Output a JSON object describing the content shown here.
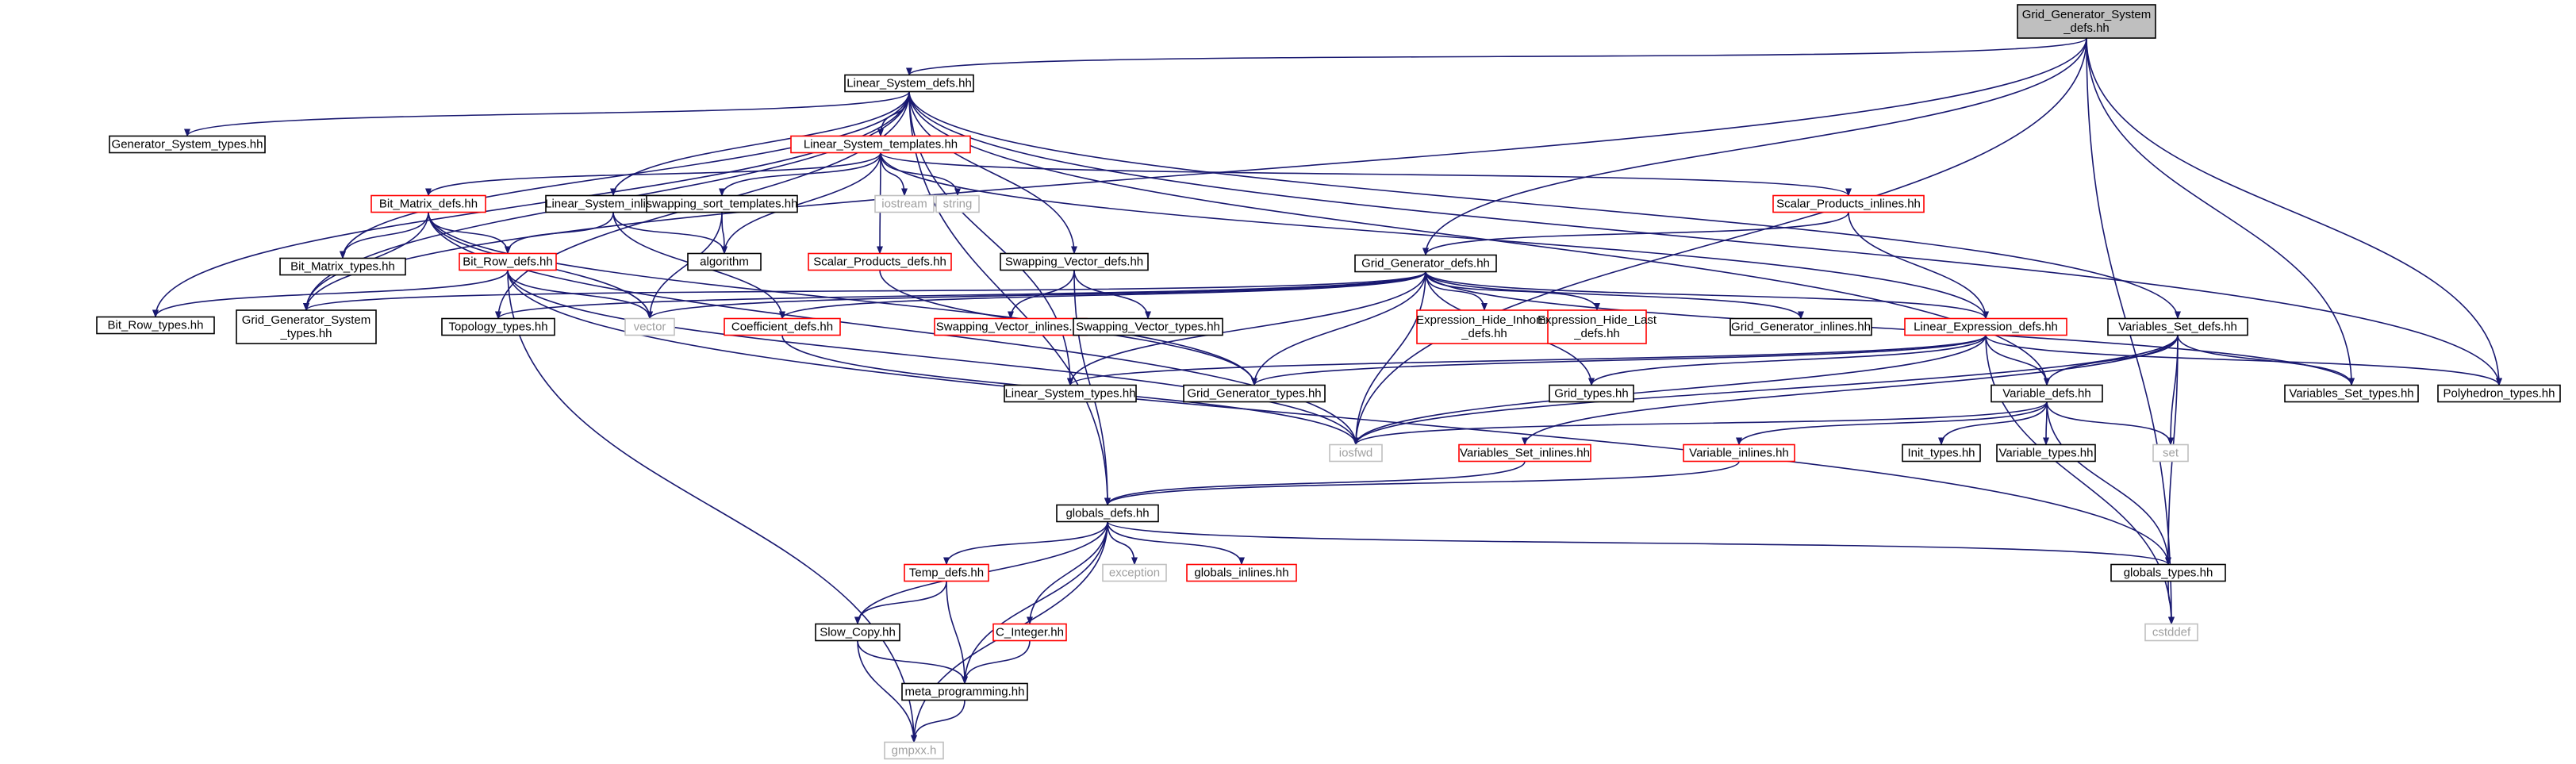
{
  "colors": {
    "edge": "#191970",
    "root_fill": "#bfbfbf",
    "normal_border": "#000000",
    "red_border": "#ff0000",
    "external_border": "#bfbfbf",
    "external_text": "#a0a0a0",
    "text": "#000000"
  },
  "nodes": [
    {
      "id": "root",
      "lines": [
        "Grid_Generator_System",
        "_defs.hh"
      ],
      "kind": "root"
    },
    {
      "id": "lsd",
      "lines": [
        "Linear_System_defs.hh"
      ],
      "kind": "normal"
    },
    {
      "id": "gst",
      "lines": [
        "Generator_System_types.hh"
      ],
      "kind": "normal"
    },
    {
      "id": "lstpl",
      "lines": [
        "Linear_System_templates.hh"
      ],
      "kind": "red"
    },
    {
      "id": "bmd",
      "lines": [
        "Bit_Matrix_defs.hh"
      ],
      "kind": "red"
    },
    {
      "id": "lsi",
      "lines": [
        "Linear_System_inlines.hh"
      ],
      "kind": "normal"
    },
    {
      "id": "sst",
      "lines": [
        "swapping_sort_templates.hh"
      ],
      "kind": "normal"
    },
    {
      "id": "iostream",
      "lines": [
        "iostream"
      ],
      "kind": "ext"
    },
    {
      "id": "string",
      "lines": [
        "string"
      ],
      "kind": "ext"
    },
    {
      "id": "spil",
      "lines": [
        "Scalar_Products_inlines.hh"
      ],
      "kind": "red"
    },
    {
      "id": "bmt",
      "lines": [
        "Bit_Matrix_types.hh"
      ],
      "kind": "normal"
    },
    {
      "id": "algorithm",
      "lines": [
        "algorithm"
      ],
      "kind": "normal"
    },
    {
      "id": "spd",
      "lines": [
        "Scalar_Products_defs.hh"
      ],
      "kind": "red"
    },
    {
      "id": "svd",
      "lines": [
        "Swapping_Vector_defs.hh"
      ],
      "kind": "normal"
    },
    {
      "id": "ggd",
      "lines": [
        "Grid_Generator_defs.hh"
      ],
      "kind": "normal"
    },
    {
      "id": "brd",
      "lines": [
        "Bit_Row_defs.hh"
      ],
      "kind": "red"
    },
    {
      "id": "brt",
      "lines": [
        "Bit_Row_types.hh"
      ],
      "kind": "normal"
    },
    {
      "id": "ggst",
      "lines": [
        "Grid_Generator_System",
        "_types.hh"
      ],
      "kind": "normal"
    },
    {
      "id": "topo",
      "lines": [
        "Topology_types.hh"
      ],
      "kind": "normal"
    },
    {
      "id": "vector",
      "lines": [
        "vector"
      ],
      "kind": "ext"
    },
    {
      "id": "coef",
      "lines": [
        "Coefficient_defs.hh"
      ],
      "kind": "red"
    },
    {
      "id": "svi",
      "lines": [
        "Swapping_Vector_inlines.hh"
      ],
      "kind": "red"
    },
    {
      "id": "svt",
      "lines": [
        "Swapping_Vector_types.hh"
      ],
      "kind": "normal"
    },
    {
      "id": "ehi",
      "lines": [
        "Expression_Hide_Inhomo",
        "_defs.hh"
      ],
      "kind": "red"
    },
    {
      "id": "ehl",
      "lines": [
        "Expression_Hide_Last",
        "_defs.hh"
      ],
      "kind": "red"
    },
    {
      "id": "ggi",
      "lines": [
        "Grid_Generator_inlines.hh"
      ],
      "kind": "normal"
    },
    {
      "id": "led",
      "lines": [
        "Linear_Expression_defs.hh"
      ],
      "kind": "red"
    },
    {
      "id": "vsd",
      "lines": [
        "Variables_Set_defs.hh"
      ],
      "kind": "normal"
    },
    {
      "id": "lst",
      "lines": [
        "Linear_System_types.hh"
      ],
      "kind": "normal"
    },
    {
      "id": "ggt",
      "lines": [
        "Grid_Generator_types.hh"
      ],
      "kind": "normal"
    },
    {
      "id": "gridt",
      "lines": [
        "Grid_types.hh"
      ],
      "kind": "normal"
    },
    {
      "id": "vard",
      "lines": [
        "Variable_defs.hh"
      ],
      "kind": "normal"
    },
    {
      "id": "vst",
      "lines": [
        "Variables_Set_types.hh"
      ],
      "kind": "normal"
    },
    {
      "id": "polyt",
      "lines": [
        "Polyhedron_types.hh"
      ],
      "kind": "normal"
    },
    {
      "id": "iosfwd",
      "lines": [
        "iosfwd"
      ],
      "kind": "ext"
    },
    {
      "id": "vsi",
      "lines": [
        "Variables_Set_inlines.hh"
      ],
      "kind": "red"
    },
    {
      "id": "initt",
      "lines": [
        "Init_types.hh"
      ],
      "kind": "normal"
    },
    {
      "id": "vart",
      "lines": [
        "Variable_types.hh"
      ],
      "kind": "normal"
    },
    {
      "id": "set",
      "lines": [
        "set"
      ],
      "kind": "ext"
    },
    {
      "id": "vari",
      "lines": [
        "Variable_inlines.hh"
      ],
      "kind": "red"
    },
    {
      "id": "glob",
      "lines": [
        "globals_defs.hh"
      ],
      "kind": "normal"
    },
    {
      "id": "tempd",
      "lines": [
        "Temp_defs.hh"
      ],
      "kind": "red"
    },
    {
      "id": "exc",
      "lines": [
        "exception"
      ],
      "kind": "ext"
    },
    {
      "id": "globi",
      "lines": [
        "globals_inlines.hh"
      ],
      "kind": "red"
    },
    {
      "id": "globt",
      "lines": [
        "globals_types.hh"
      ],
      "kind": "normal"
    },
    {
      "id": "slow",
      "lines": [
        "Slow_Copy.hh"
      ],
      "kind": "normal"
    },
    {
      "id": "cint",
      "lines": [
        "C_Integer.hh"
      ],
      "kind": "red"
    },
    {
      "id": "cstddef",
      "lines": [
        "cstddef"
      ],
      "kind": "ext"
    },
    {
      "id": "meta",
      "lines": [
        "meta_programming.hh"
      ],
      "kind": "normal"
    },
    {
      "id": "gmpxx",
      "lines": [
        "gmpxx.h"
      ],
      "kind": "ext"
    }
  ],
  "edges": [
    [
      "root",
      "lsd"
    ],
    [
      "root",
      "ggst"
    ],
    [
      "root",
      "ggd"
    ],
    [
      "root",
      "iosfwd"
    ],
    [
      "root",
      "vst"
    ],
    [
      "root",
      "polyt"
    ],
    [
      "root",
      "cstddef"
    ],
    [
      "lsd",
      "gst"
    ],
    [
      "lsd",
      "lstpl"
    ],
    [
      "lsd",
      "lsi"
    ],
    [
      "lsd",
      "bmt"
    ],
    [
      "lsd",
      "brt"
    ],
    [
      "lsd",
      "ggst"
    ],
    [
      "lsd",
      "topo"
    ],
    [
      "lsd",
      "svd"
    ],
    [
      "lsd",
      "lst"
    ],
    [
      "lsd",
      "vard"
    ],
    [
      "lsd",
      "vsd"
    ],
    [
      "lsd",
      "polyt"
    ],
    [
      "lsd",
      "glob"
    ],
    [
      "lstpl",
      "bmd"
    ],
    [
      "lstpl",
      "sst"
    ],
    [
      "lstpl",
      "iostream"
    ],
    [
      "lstpl",
      "string"
    ],
    [
      "lstpl",
      "algorithm"
    ],
    [
      "lstpl",
      "spd"
    ],
    [
      "lstpl",
      "spil"
    ],
    [
      "lstpl",
      "led"
    ],
    [
      "bmd",
      "bmt"
    ],
    [
      "bmd",
      "brd"
    ],
    [
      "bmd",
      "vector"
    ],
    [
      "bmd",
      "ggt"
    ],
    [
      "bmd",
      "iosfwd"
    ],
    [
      "bmd",
      "ggst"
    ],
    [
      "lsi",
      "brd"
    ],
    [
      "lsi",
      "algorithm"
    ],
    [
      "lsi",
      "coef"
    ],
    [
      "sst",
      "algorithm"
    ],
    [
      "sst",
      "vector"
    ],
    [
      "spil",
      "ggd"
    ],
    [
      "spil",
      "led"
    ],
    [
      "spd",
      "ggt"
    ],
    [
      "svd",
      "svi"
    ],
    [
      "svd",
      "svt"
    ],
    [
      "svd",
      "glob"
    ],
    [
      "brd",
      "brt"
    ],
    [
      "brd",
      "vector"
    ],
    [
      "brd",
      "iosfwd"
    ],
    [
      "brd",
      "gmpxx"
    ],
    [
      "brd",
      "globt"
    ],
    [
      "ggd",
      "ggst"
    ],
    [
      "ggd",
      "topo"
    ],
    [
      "ggd",
      "vector"
    ],
    [
      "ggd",
      "coef"
    ],
    [
      "ggd",
      "ehi"
    ],
    [
      "ggd",
      "ehl"
    ],
    [
      "ggd",
      "ggi"
    ],
    [
      "ggd",
      "led"
    ],
    [
      "ggd",
      "lst"
    ],
    [
      "ggd",
      "ggt"
    ],
    [
      "ggd",
      "gridt"
    ],
    [
      "ggd",
      "iosfwd"
    ],
    [
      "ggd",
      "vst"
    ],
    [
      "coef",
      "iosfwd"
    ],
    [
      "led",
      "lst"
    ],
    [
      "led",
      "ggt"
    ],
    [
      "led",
      "gridt"
    ],
    [
      "led",
      "vard"
    ],
    [
      "led",
      "polyt"
    ],
    [
      "led",
      "iosfwd"
    ],
    [
      "led",
      "cstddef"
    ],
    [
      "vsd",
      "vard"
    ],
    [
      "vsd",
      "vst"
    ],
    [
      "vsd",
      "set"
    ],
    [
      "vsd",
      "iosfwd"
    ],
    [
      "vsd",
      "vsi"
    ],
    [
      "vsd",
      "globt"
    ],
    [
      "vard",
      "iosfwd"
    ],
    [
      "vard",
      "initt"
    ],
    [
      "vard",
      "vart"
    ],
    [
      "vard",
      "set"
    ],
    [
      "vard",
      "vari"
    ],
    [
      "vard",
      "globt"
    ],
    [
      "vsi",
      "glob"
    ],
    [
      "vari",
      "glob"
    ],
    [
      "glob",
      "tempd"
    ],
    [
      "glob",
      "exc"
    ],
    [
      "glob",
      "globi"
    ],
    [
      "glob",
      "globt"
    ],
    [
      "glob",
      "slow"
    ],
    [
      "glob",
      "cint"
    ],
    [
      "glob",
      "meta"
    ],
    [
      "glob",
      "gmpxx"
    ],
    [
      "tempd",
      "slow"
    ],
    [
      "tempd",
      "meta"
    ],
    [
      "cint",
      "meta"
    ],
    [
      "slow",
      "meta"
    ],
    [
      "slow",
      "gmpxx"
    ],
    [
      "meta",
      "gmpxx"
    ],
    [
      "globt",
      "cstddef"
    ]
  ]
}
